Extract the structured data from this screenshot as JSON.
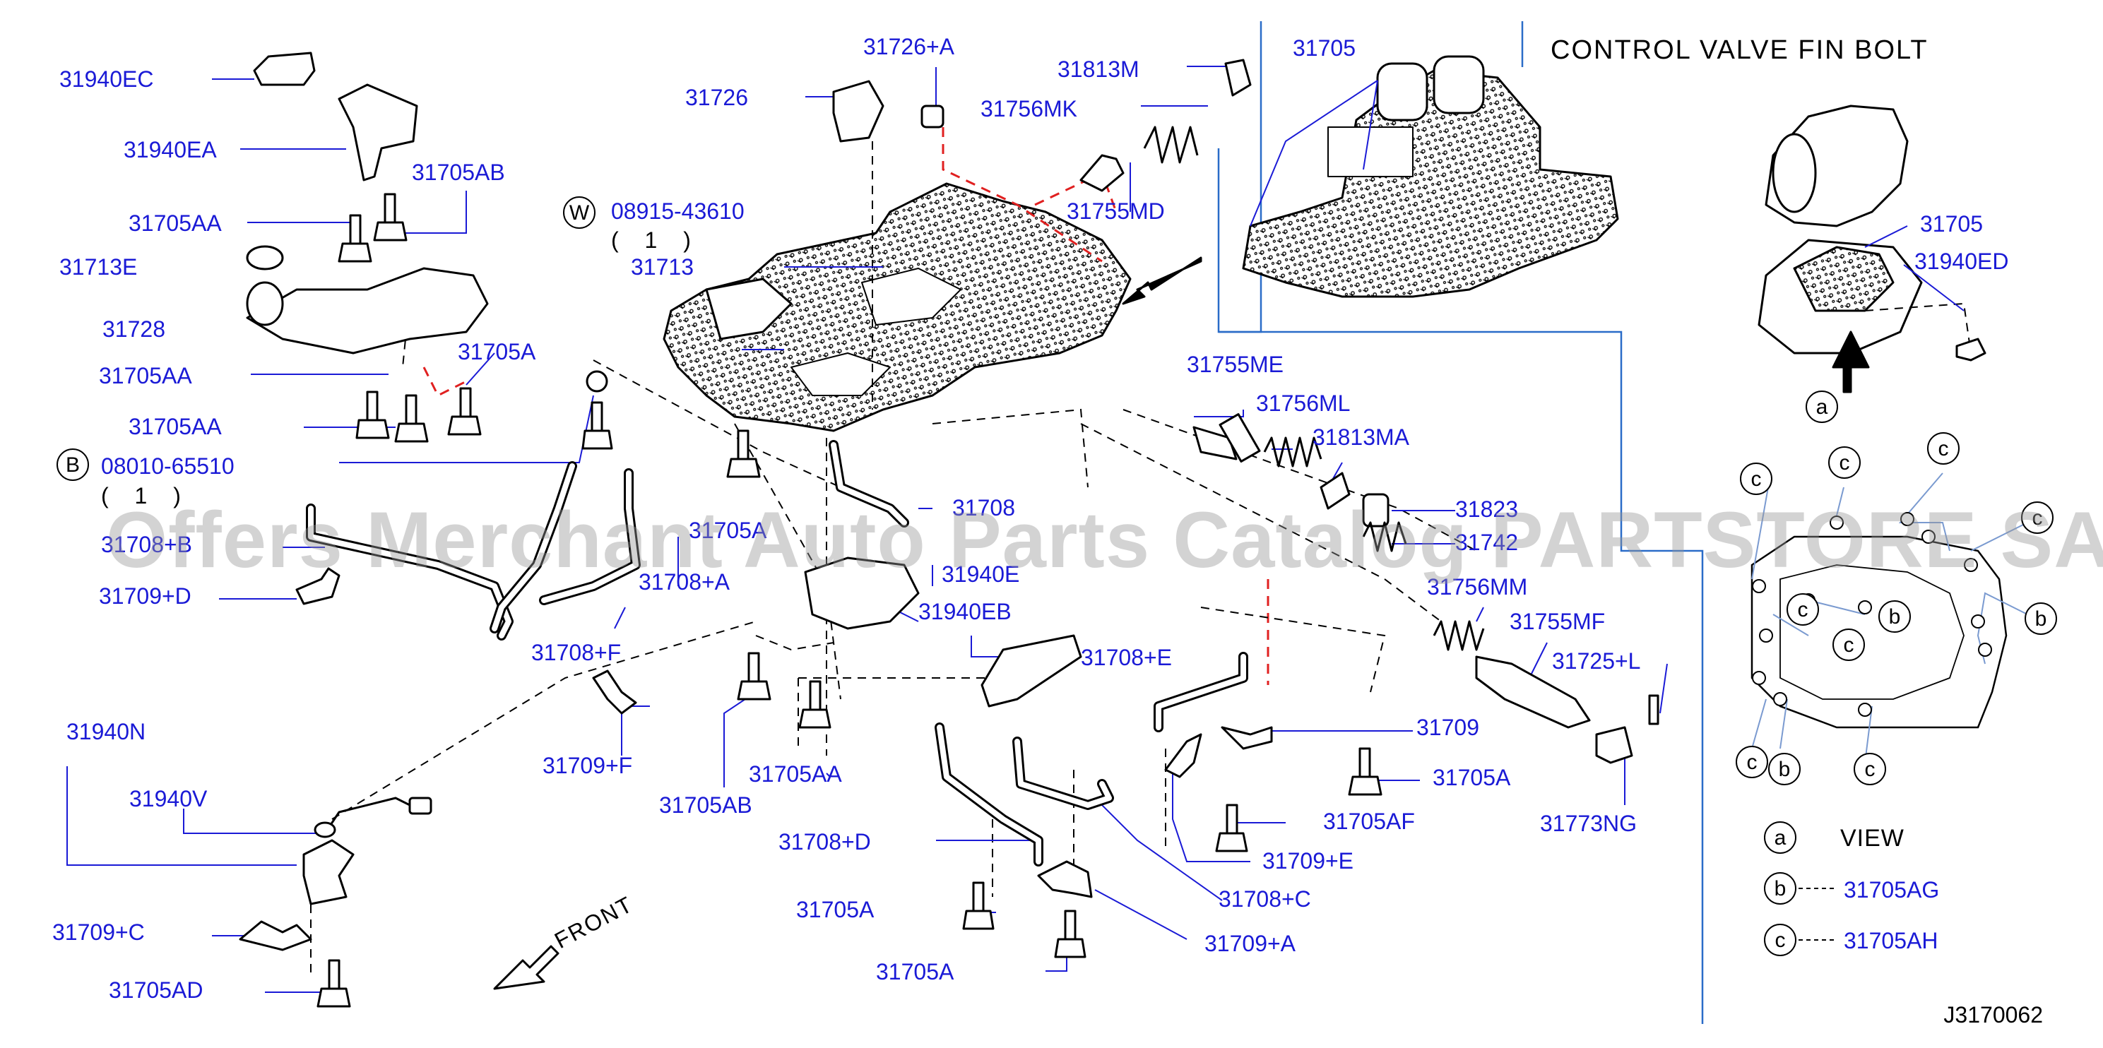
{
  "watermark": "Offers Merchant Auto Parts Catalog PARTSTORE SA",
  "diagram_code": "J3170062",
  "inset": {
    "title": "CONTROL VALVE FIN BOLT",
    "view_label": "VIEW",
    "view_marker": "a",
    "legend": [
      {
        "marker": "a",
        "text": "VIEW"
      },
      {
        "marker": "b",
        "text": "31705AG"
      },
      {
        "marker": "c",
        "text": "31705AH"
      }
    ]
  },
  "front_label": "FRONT",
  "callouts": {
    "w": {
      "marker": "W",
      "part": "08915-43610",
      "qty": "( 1 )"
    },
    "b": {
      "marker": "B",
      "part": "08010-65510",
      "qty": "( 1 )"
    }
  },
  "labels": [
    "31940EC",
    "31940EA",
    "31705AB",
    "31705AA",
    "31713E",
    "31728",
    "31705AA",
    "31705A",
    "31705AA",
    "31708+B",
    "31709+D",
    "31708+F",
    "31709+F",
    "31940N",
    "31940V",
    "31709+C",
    "31705AD",
    "31726+A",
    "31726",
    "31813M",
    "31756MK",
    "31755MD",
    "31713",
    "31705A",
    "31708+A",
    "31708",
    "31940E",
    "31940EB",
    "31705AB",
    "31705AA",
    "31708+E",
    "31708+D",
    "31705A",
    "31705A",
    "31709+A",
    "31708+C",
    "31709+E",
    "31705AF",
    "31705A",
    "31709",
    "31755ME",
    "31756ML",
    "31813MA",
    "31823",
    "31742",
    "31756MM",
    "31755MF",
    "31725+L",
    "31773NG",
    "31705",
    "31705",
    "31940ED"
  ]
}
